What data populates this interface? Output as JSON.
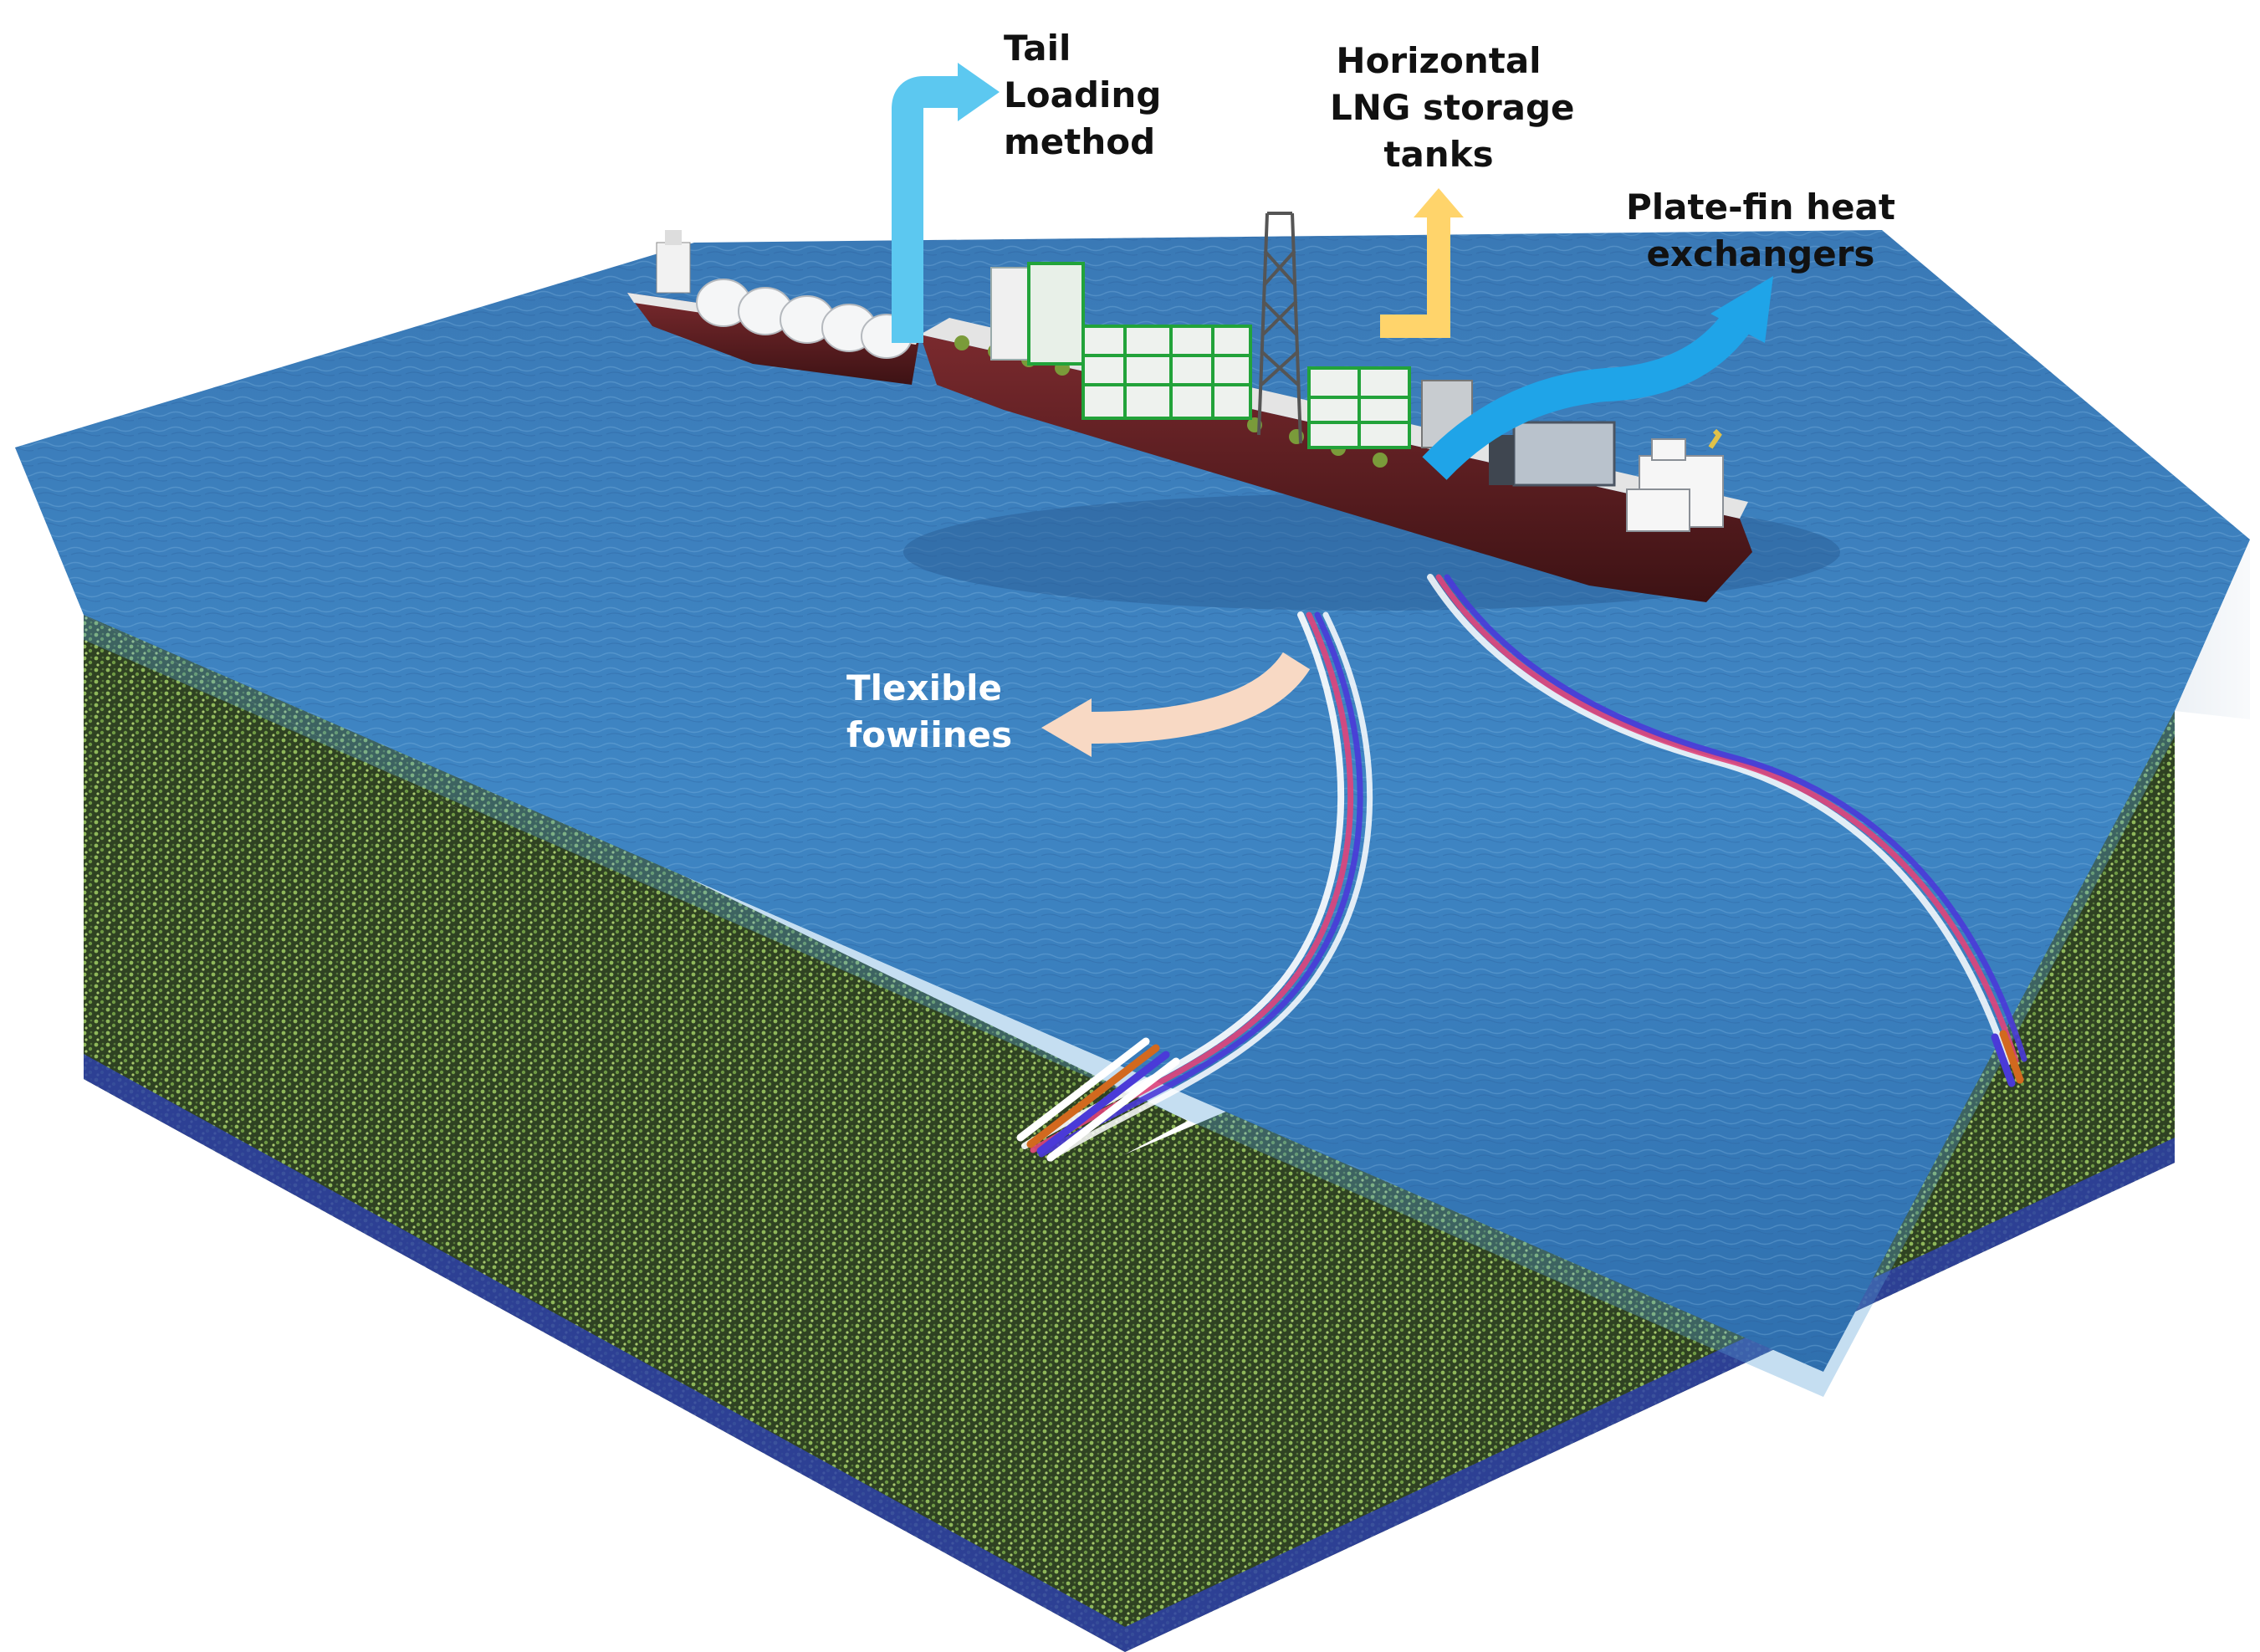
{
  "labels": {
    "tail_loading": [
      "Tail",
      "Loading",
      "method"
    ],
    "lng_tanks": [
      "Horizontal",
      "LNG storage",
      "tanks"
    ],
    "heat_exchangers": [
      "Plate-fin heat",
      "exchangers"
    ],
    "flowlines": [
      "Tlexible",
      "fowiines"
    ]
  },
  "colors": {
    "tail_arrow": "#5cc8f0",
    "lng_arrow": "#ffd46b",
    "heat_arrow": "#1fa4e8",
    "flowline_arrow": "#f8d9c4",
    "sea": "#3f86c4",
    "seabed": "#4b6a32",
    "hull": "#5a1f22",
    "pipe_red": "#e0447a",
    "pipe_blue": "#4a3ad8",
    "pipe_orange": "#d2691e",
    "pipe_white": "#ffffff"
  }
}
